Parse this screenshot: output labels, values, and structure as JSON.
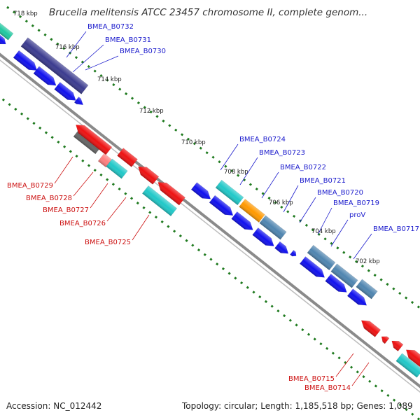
{
  "title": "Brucella melitensis ATCC 23457 chromosome II, complete genom...",
  "footer": {
    "accession": "Accession: NC_012442",
    "topology": "Topology: circular; Length: 1,185,518 bp; Genes: 1,089"
  },
  "colors": {
    "backbone": "#8a8a8a",
    "tick": "#1f7a1f",
    "forward_label": "#1a1acc",
    "reverse_label": "#cc1111",
    "blue": "#1010ee",
    "navy": "#3b3b8f",
    "steel": "#4f85b0",
    "cyan": "#20c8c8",
    "orange": "#ff9900",
    "red": "#ee1111",
    "pink": "#ff8080",
    "grey": "#666666",
    "teal_green": "#20c8a0"
  },
  "ticks": [
    "718 kbp",
    "716 kbp",
    "714 kbp",
    "712 kbp",
    "710 kbp",
    "708 kbp",
    "706 kbp",
    "704 kbp",
    "702 kbp"
  ],
  "forward_genes": [
    "BMEA_B0732",
    "BMEA_B0731",
    "BMEA_B0730",
    "BMEA_B0724",
    "BMEA_B0723",
    "BMEA_B0722",
    "BMEA_B0721",
    "BMEA_B0720",
    "BMEA_B0719",
    "proV",
    "BMEA_B0717"
  ],
  "reverse_genes": [
    "BMEA_B0729",
    "BMEA_B0728",
    "BMEA_B0727",
    "BMEA_B0726",
    "BMEA_B0725",
    "BMEA_B0715",
    "BMEA_B0714"
  ]
}
